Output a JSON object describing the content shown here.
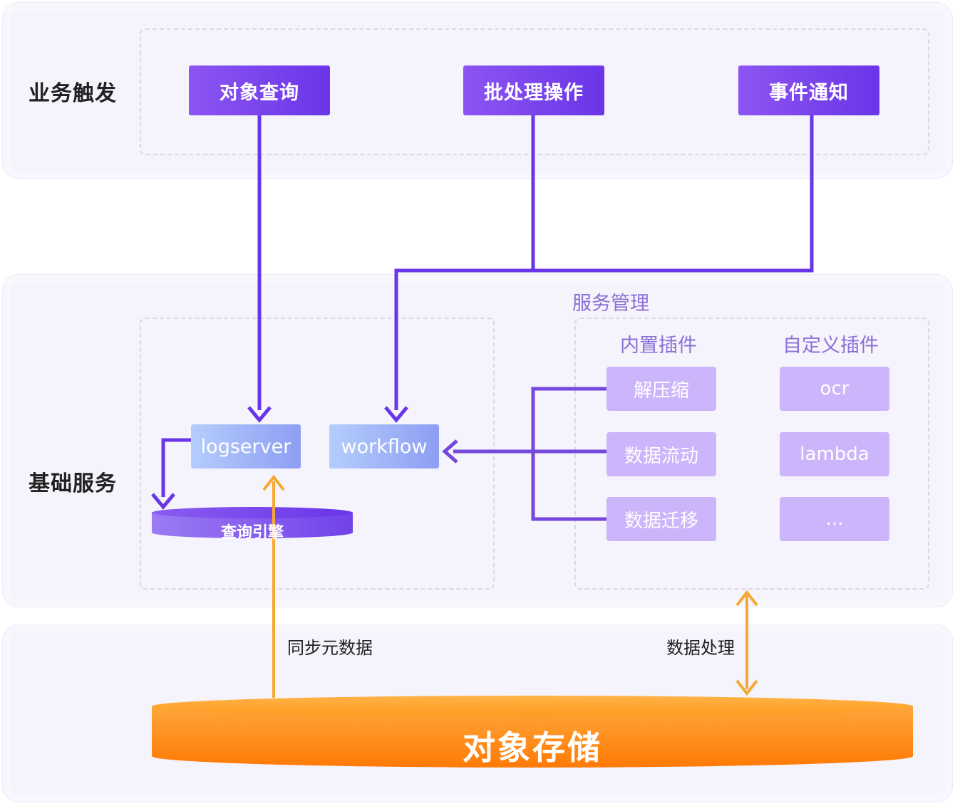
{
  "layers": {
    "business": {
      "label": "业务触发"
    },
    "base": {
      "label": "基础服务"
    }
  },
  "triggers": {
    "object_query": "对象查询",
    "batch": "批处理操作",
    "event": "事件通知"
  },
  "services": {
    "logserver": "logserver",
    "workflow": "workflow",
    "query_engine": "查询引擎"
  },
  "service_mgmt": {
    "title": "服务管理",
    "builtin": {
      "title": "内置插件",
      "items": [
        "解压缩",
        "数据流动",
        "数据迁移"
      ]
    },
    "custom": {
      "title": "自定义插件",
      "items": [
        "ocr",
        "lambda",
        "..."
      ]
    }
  },
  "storage": {
    "label": "对象存储",
    "sync_label": "同步元数据",
    "process_label": "数据处理"
  },
  "colors": {
    "purple": "#6a35e8",
    "orange": "#f7a833",
    "plugin": "#ccb5fa"
  }
}
